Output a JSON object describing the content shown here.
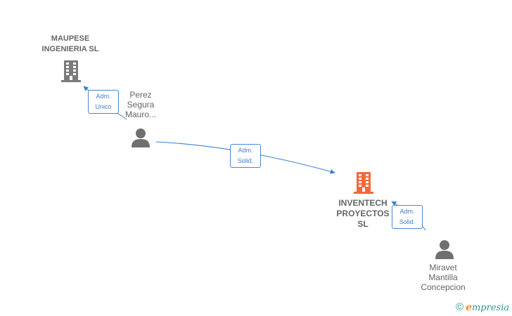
{
  "nodes": {
    "maupese": {
      "name": "MAUPESE\nINGENIERIA SL",
      "type": "company"
    },
    "inventech": {
      "name": "INVENTECH\nPROYECTOS\nSL",
      "type": "company",
      "highlight": true
    },
    "perez": {
      "name": "Perez\nSegura\nMauro...",
      "type": "person"
    },
    "miravet": {
      "name": "Miravet\nMantilla\nConcepcion",
      "type": "person"
    }
  },
  "edges": [
    {
      "from": "perez",
      "to": "maupese",
      "label": "Adm.\nUnico"
    },
    {
      "from": "perez",
      "to": "inventech",
      "label": "Adm.\nSolid."
    },
    {
      "from": "miravet",
      "to": "inventech",
      "label": "Adm.\nSolid."
    }
  ],
  "colors": {
    "company": "#7b7b7b",
    "company_highlight": "#f26a3a",
    "person": "#6f6f6f",
    "edge": "#3a7fd5",
    "brand": "#2e9a8e",
    "brand_accent": "#f08a24"
  },
  "icons": {
    "company": "building-icon",
    "person": "person-icon"
  },
  "footer": {
    "copyright_symbol": "©",
    "brand_initial": "e",
    "brand_rest": "mpresia"
  }
}
